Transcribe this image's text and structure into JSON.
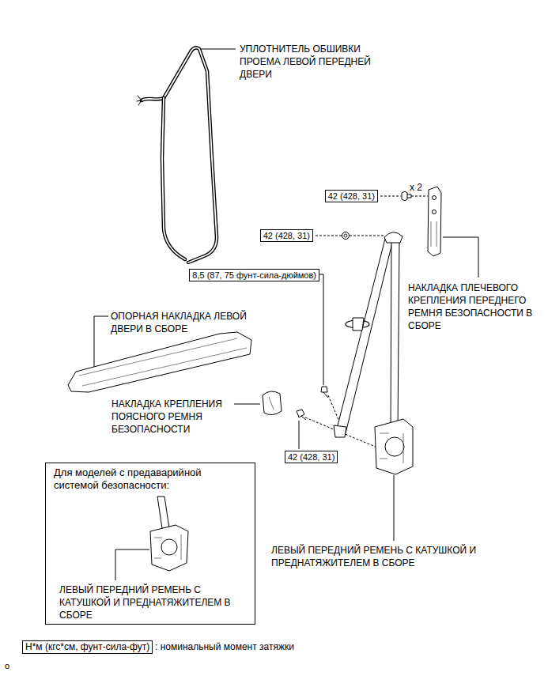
{
  "diagram": {
    "nodes": [
      {
        "text": [
          "42 (428, 31)"
        ]
      },
      {
        "text": [
          "42 (428, 31)"
        ]
      },
      {
        "text": [
          "8,5 (87, 75 фунт-сила-дюймов)"
        ]
      },
      {
        "text": [
          "42 (428, 31)"
        ]
      },
      {
        "text": [
          "Для моделей с предаварийной системой безопасности:",
          "ЛЕВЫЙ ПЕРЕДНИЙ РЕМЕНЬ С КАТУШКОЙ И ПРЕДНАТЯЖИТЕЛЕМ В СБОРЕ"
        ]
      },
      {
        "text": [
          "Н*м (кгс*см, фунт-сила-фут)"
        ]
      }
    ],
    "labels": [
      "УПЛОТНИТЕЛЬ ОБШИВКИ ПРОЕМА ЛЕВОЙ ПЕРЕДНЕЙ ДВЕРИ",
      "x 2",
      "НАКЛАДКА ПЛЕЧЕВОГО КРЕПЛЕНИЯ ПЕРЕДНЕГО РЕМНЯ БЕЗОПАСНОСТИ В СБОРЕ",
      "ОПОРНАЯ НАКЛАДКА ЛЕВОЙ ДВЕРИ В СБОРЕ",
      "НАКЛАДКА КРЕПЛЕНИЯ ПОЯСНОГО РЕМНЯ БЕЗОПАСНОСТИ",
      "ЛЕВЫЙ ПЕРЕДНИЙ РЕМЕНЬ С КАТУШКОЙ И ПРЕДНАТЯЖИТЕЛЕМ В СБОРЕ",
      ": номинальный момент затяжки",
      "o"
    ]
  }
}
